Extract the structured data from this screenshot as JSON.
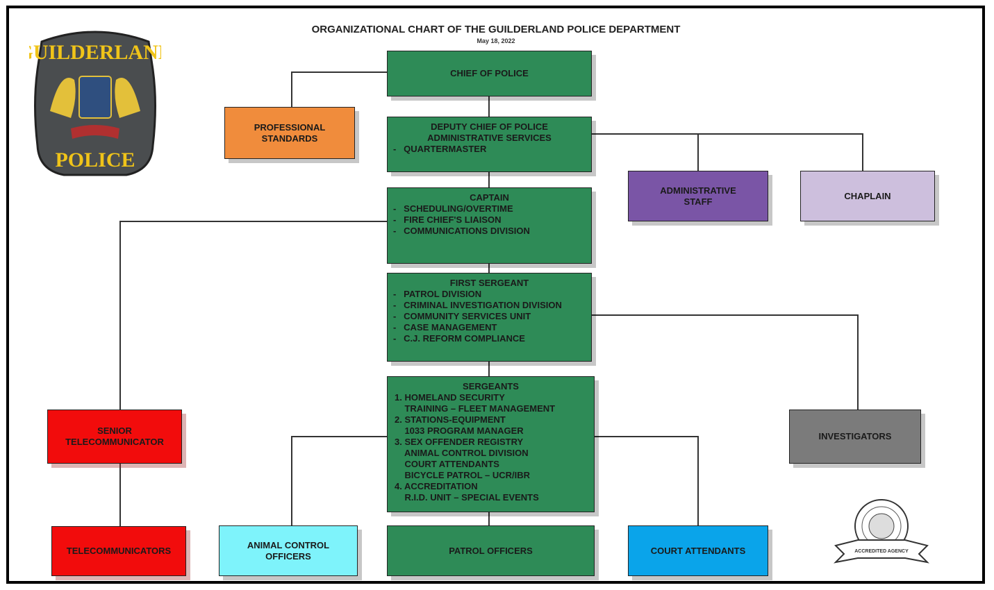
{
  "header": {
    "title": "ORGANIZATIONAL CHART OF THE GUILDERLAND POLICE DEPARTMENT",
    "date": "May 18, 2022"
  },
  "logos": {
    "patch_top": "GUILDERLAND",
    "patch_bottom": "POLICE",
    "seal_banner": "ACCREDITED AGENCY"
  },
  "colors": {
    "green": "#2e8b57",
    "orange": "#f08c3c",
    "purple": "#7a55a6",
    "lavender": "#cdbfdd",
    "red": "#f20c0c",
    "gray": "#7b7b7b",
    "cyan": "#7ef3fb",
    "blue": "#0aa4ea"
  },
  "boxes": {
    "chief": "CHIEF OF POLICE",
    "professional_standards": "PROFESSIONAL STANDARDS",
    "deputy": {
      "title": "DEPUTY CHIEF OF POLICE",
      "subtitle": "ADMINISTRATIVE SERVICES",
      "items": [
        "-   QUARTERMASTER"
      ]
    },
    "administrative_staff": "ADMINISTRATIVE STAFF",
    "chaplain": "CHAPLAIN",
    "captain": {
      "title": "CAPTAIN",
      "items": [
        "-   SCHEDULING/OVERTIME",
        "-   FIRE CHIEF'S LIAISON",
        "-   COMMUNICATIONS DIVISION"
      ]
    },
    "first_sergeant": {
      "title": "FIRST SERGEANT",
      "items": [
        "-   PATROL DIVISION",
        "-   CRIMINAL INVESTIGATION DIVISION",
        "-   COMMUNITY SERVICES UNIT",
        "-   CASE MANAGEMENT",
        "-   C.J. REFORM COMPLIANCE"
      ]
    },
    "sergeants": {
      "title": "SERGEANTS",
      "lines": [
        "1. HOMELAND SECURITY",
        "    TRAINING – FLEET MANAGEMENT",
        "2. STATIONS-EQUIPMENT",
        "    1033 PROGRAM MANAGER",
        "3. SEX OFFENDER REGISTRY",
        "    ANIMAL CONTROL DIVISION",
        "    COURT ATTENDANTS",
        "    BICYCLE PATROL – UCR/IBR",
        "4. ACCREDITATION",
        "    R.I.D. UNIT – SPECIAL EVENTS"
      ]
    },
    "senior_telecommunicator": "SENIOR TELECOMMUNICATOR",
    "telecommunicators": "TELECOMMUNICATORS",
    "investigators": "INVESTIGATORS",
    "animal_control": "ANIMAL CONTROL OFFICERS",
    "patrol_officers": "PATROL OFFICERS",
    "court_attendants": "COURT ATTENDANTS"
  }
}
